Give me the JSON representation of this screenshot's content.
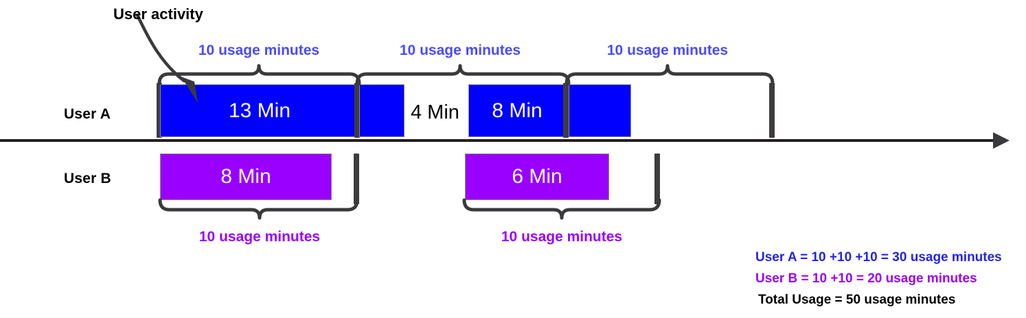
{
  "diagram": {
    "title_callout": "User activity",
    "rows": [
      {
        "name": "user-a",
        "label": "User A"
      },
      {
        "name": "user-b",
        "label": "User B"
      }
    ],
    "colors": {
      "user_a": "#0000FF",
      "user_b": "#9900FF",
      "axis": "#231F20",
      "brace": "#3A3A3C",
      "caption_blue": "#4A4AFF",
      "caption_purple": "#9900FF",
      "text_black": "#000000"
    },
    "user_a": {
      "bars": [
        {
          "label": "13 Min",
          "minutes": 13
        },
        {
          "label": "",
          "minutes": 0
        },
        {
          "label": "8 Min",
          "minutes": 8
        },
        {
          "label": "",
          "minutes": 0
        }
      ],
      "gap_label": "4 Min",
      "braces": [
        {
          "caption": "10 usage minutes",
          "minutes": 10
        },
        {
          "caption": "10 usage minutes",
          "minutes": 10
        },
        {
          "caption": "10 usage minutes",
          "minutes": 10
        }
      ]
    },
    "user_b": {
      "bars": [
        {
          "label": "8 Min",
          "minutes": 8
        },
        {
          "label": "6 Min",
          "minutes": 6
        }
      ],
      "braces": [
        {
          "caption": "10 usage minutes",
          "minutes": 10
        },
        {
          "caption": "10 usage minutes",
          "minutes": 10
        }
      ]
    },
    "summary": {
      "user_a_line": "User A = 10 +10 +10 = 30 usage minutes",
      "user_b_line": "User B = 10 +10 = 20 usage minutes",
      "total_line": "Total Usage = 50 usage minutes"
    }
  }
}
